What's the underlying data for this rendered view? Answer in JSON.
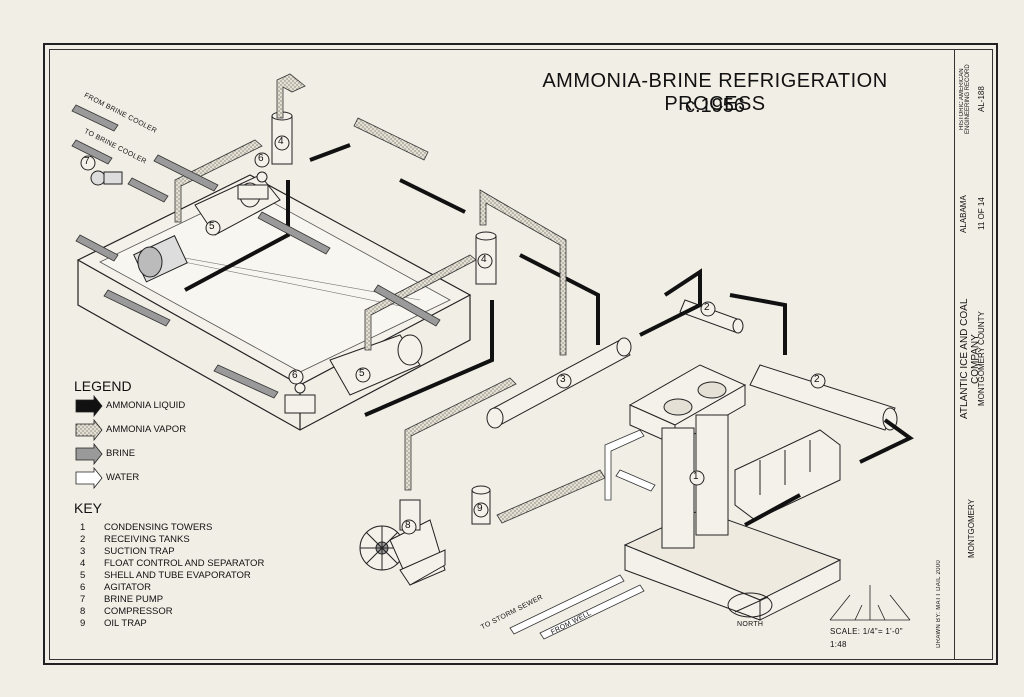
{
  "title": "AMMONIA-BRINE REFRIGERATION PROCESS",
  "subtitle": "c.1956",
  "legend": {
    "heading": "LEGEND",
    "items": [
      {
        "label": "AMMONIA LIQUID",
        "style": "solid-black"
      },
      {
        "label": "AMMONIA VAPOR",
        "style": "stippled"
      },
      {
        "label": "BRINE",
        "style": "gray"
      },
      {
        "label": "WATER",
        "style": "outline"
      }
    ]
  },
  "key": {
    "heading": "KEY",
    "items": [
      {
        "num": "1",
        "label": "CONDENSING TOWERS"
      },
      {
        "num": "2",
        "label": "RECEIVING TANKS"
      },
      {
        "num": "3",
        "label": "SUCTION TRAP"
      },
      {
        "num": "4",
        "label": "FLOAT CONTROL AND SEPARATOR"
      },
      {
        "num": "5",
        "label": "SHELL AND TUBE EVAPORATOR"
      },
      {
        "num": "6",
        "label": "AGITATOR"
      },
      {
        "num": "7",
        "label": "BRINE PUMP"
      },
      {
        "num": "8",
        "label": "COMPRESSOR"
      },
      {
        "num": "9",
        "label": "OIL TRAP"
      }
    ]
  },
  "labels": {
    "from_brine_cooler": "FROM BRINE COOLER",
    "to_brine_cooler": "TO BRINE COOLER",
    "to_storm_sewer": "TO STORM SEWER",
    "from_well": "FROM WELL",
    "north": "NORTH",
    "scale": "SCALE:  1/4\"= 1'-0\"",
    "scale_ratio": "1:48",
    "drawn_by": "DRAWN BY: MATT DAIL  2000"
  },
  "title_block": {
    "company": "ATLANTIC ICE AND COAL COMPANY",
    "county": "MONTGOMERY COUNTY",
    "city": "MONTGOMERY",
    "state": "ALABAMA",
    "record": "HISTORIC AMERICAN ENGINEERING RECORD",
    "record_no": "AL-188",
    "sheet": "11 OF 14"
  },
  "colors": {
    "paper": "#f1eee6",
    "ink": "#111111",
    "brine": "#9a9a9a",
    "vapor": "#d8d2c4"
  }
}
